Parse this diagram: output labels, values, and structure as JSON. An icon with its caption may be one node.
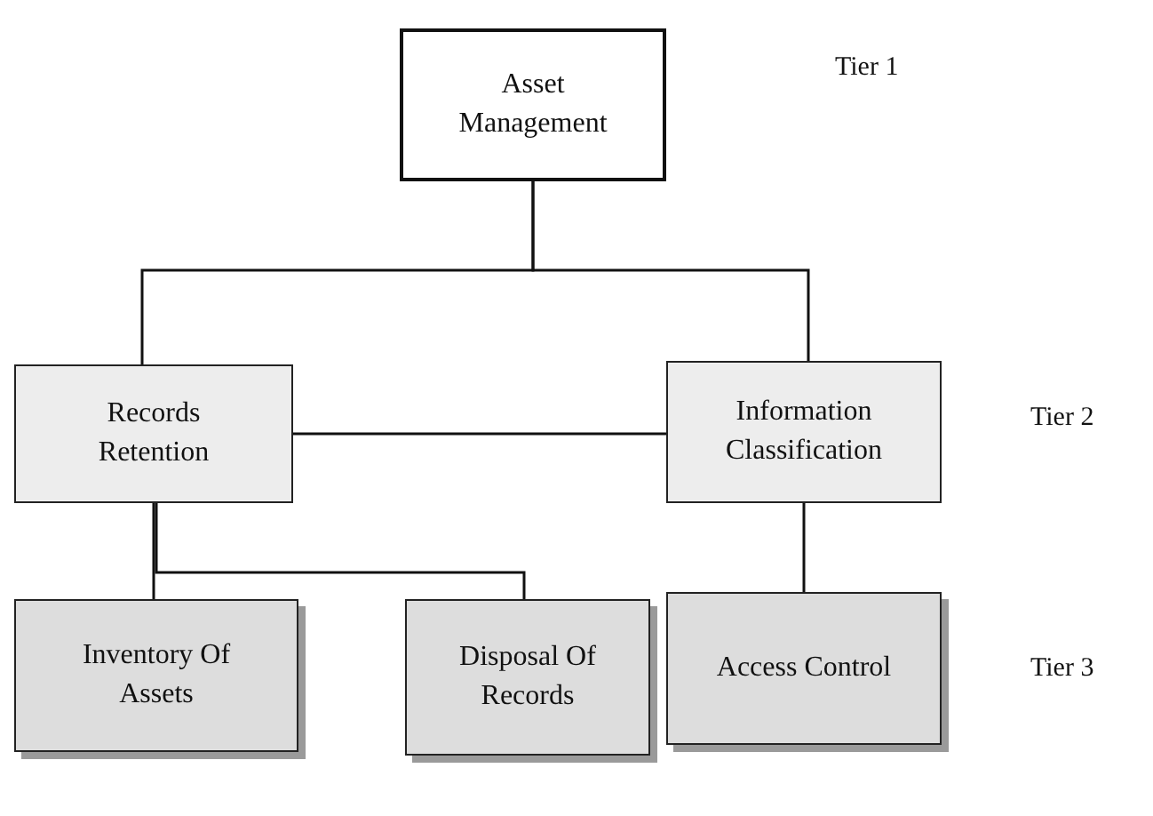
{
  "diagram": {
    "nodes": [
      {
        "text": [
          "Asset Management"
        ]
      },
      {
        "text": [
          "Records Retention"
        ]
      },
      {
        "text": [
          "Information Classification"
        ]
      },
      {
        "text": [
          "Inventory Of Assets"
        ]
      },
      {
        "text": [
          "Disposal Of Records"
        ]
      },
      {
        "text": [
          "Access Control"
        ]
      }
    ],
    "edges": [
      {
        "from": 0,
        "to": 1,
        "arrow": "none"
      },
      {
        "from": 0,
        "to": 2,
        "arrow": "none"
      },
      {
        "from": 1,
        "to": 2,
        "arrow": "none"
      },
      {
        "from": 1,
        "to": 3,
        "arrow": "none"
      },
      {
        "from": 1,
        "to": 4,
        "arrow": "none"
      },
      {
        "from": 2,
        "to": 5,
        "arrow": "none"
      }
    ],
    "labels": [
      "Tier 1",
      "Tier 2",
      "Tier 3"
    ]
  }
}
